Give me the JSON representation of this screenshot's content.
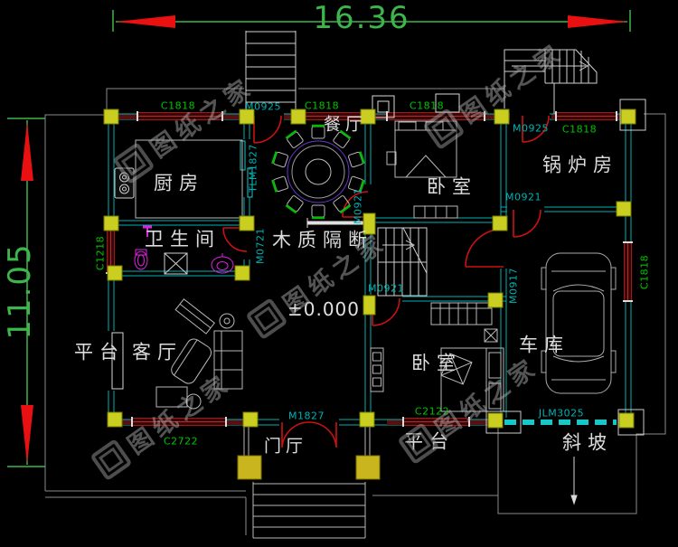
{
  "drawing": {
    "width_dim": "16.36",
    "height_dim": "11.05",
    "elevation": "±0.000",
    "watermark": "图纸之家"
  },
  "rooms": {
    "kitchen": "厨房",
    "dining": "餐厅",
    "bedroom_top": "卧室",
    "boiler": "锅炉房",
    "bathroom": "卫生间",
    "partition": "木质隔断",
    "living": "客厅",
    "terrace_left": "平台",
    "terrace_bottom": "平台",
    "foyer": "门厅",
    "bedroom_bottom": "卧室",
    "garage": "车库",
    "slope": "斜坡"
  },
  "windows": {
    "c1818": "C1818",
    "c1218": "C1218",
    "c2722": "C2722",
    "c2122": "C2122"
  },
  "doors": {
    "m0925": "M0925",
    "m0921": "M0921",
    "m0721": "M0721",
    "m0917": "M0917",
    "m1827": "M1827",
    "tlm1827": "TLM1827",
    "jlm3025": "JLM3025"
  },
  "colors": {
    "background": "#000000",
    "dimension_green": "#3cb54a",
    "window_label_green": "#00c400",
    "door_label_teal": "#00b2b2",
    "wall_cyan": "#00b0b0",
    "window_red": "#9b1c1c",
    "door_red": "#cc1111",
    "column_yellow": "#c9ce20",
    "furniture_gray": "#b9b9b9",
    "fixture_magenta": "#e020e0",
    "table_purple": "#6a35cc",
    "arrow_red": "#e81010",
    "text_white": "#dcdcdc"
  }
}
